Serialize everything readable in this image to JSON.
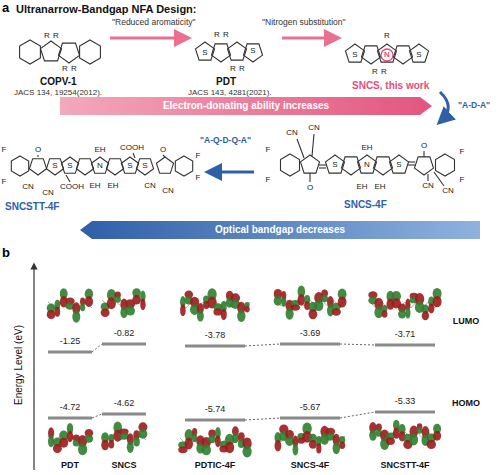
{
  "diagram": {
    "nodes": [
      {
        "text": [
          "Electron-donating ability increases"
        ]
      },
      {
        "text": [
          "Optical bandgap decreases"
        ]
      }
    ],
    "labels": [
      "a",
      "Ultranarrow-Bandgap NFA Design:",
      "\"Reduced aromaticity\"",
      "\"Nitrogen substitution\"",
      "R",
      "R",
      "R",
      "R",
      "COPV-1",
      "JACS 134, 19254(2012).",
      "R",
      "R",
      "S",
      "S",
      "R",
      "R",
      "PDT",
      "JACS 143, 4281(2021).",
      "R",
      "N",
      "S",
      "S",
      "R",
      "R",
      "SNCS, this work",
      "\"A-D-A\"",
      "\"A-Q-D-Q-A\"",
      "F",
      "F",
      "O",
      "CN",
      "CN",
      "S",
      "S",
      "N",
      "EH",
      "COOH",
      "EH",
      "EH",
      "S",
      "S",
      "COOH",
      "O",
      "CN",
      "CN",
      "F",
      "F",
      "SNCSTT-4F",
      "F",
      "F",
      "CN",
      "CN",
      "O",
      "S",
      "N",
      "EH",
      "EH",
      "EH",
      "S",
      "O",
      "CN",
      "CN",
      "F",
      "F",
      "SNCS-4F",
      "b",
      "Energy Level (eV)",
      "LUMO",
      "HOMO",
      "-1.25",
      "-0.82",
      "-3.78",
      "-3.69",
      "-3.71",
      "-4.72",
      "-4.62",
      "-5.74",
      "-5.67",
      "-5.33",
      "PDT",
      "SNCS",
      "PDTIC-4F",
      "SNCS-4F",
      "SNCSTT-4F"
    ]
  }
}
